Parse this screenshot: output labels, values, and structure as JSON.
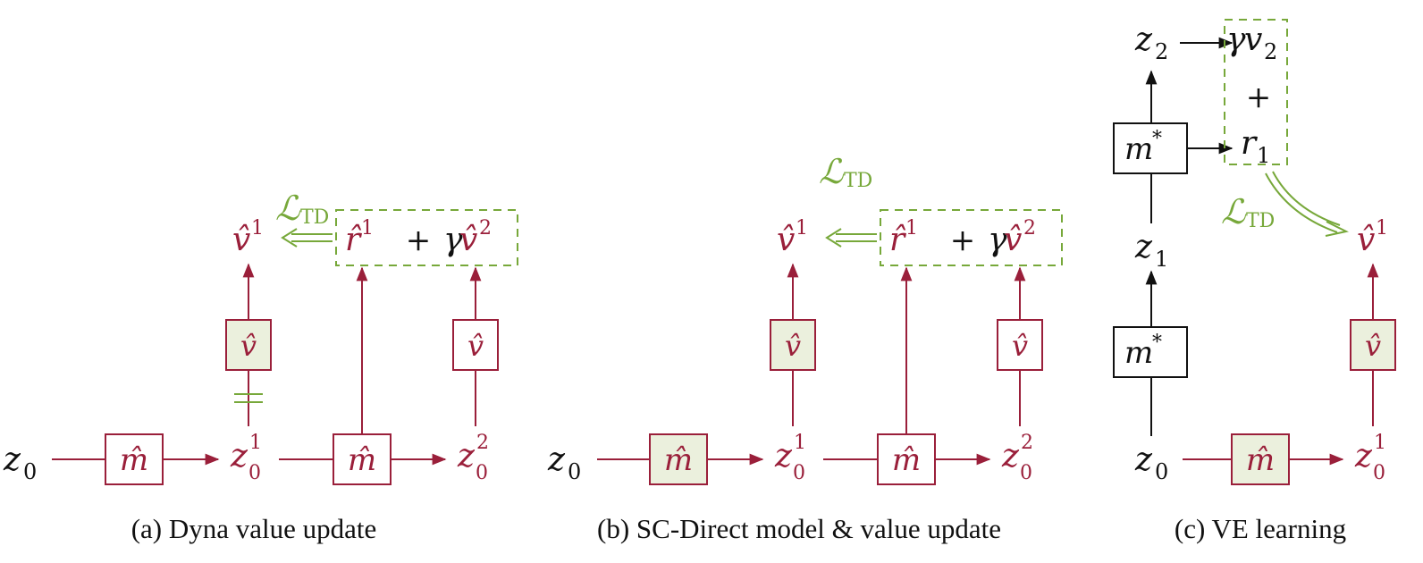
{
  "symbols": {
    "z": "z",
    "m_hat": "m̂",
    "v_hat": "v̂",
    "r_hat": "r̂",
    "v": "v",
    "r": "r",
    "gamma": "γ",
    "plus": "+",
    "m_star": "m",
    "star": "*",
    "loss": "ℒ",
    "loss_sub": "TD",
    "sub0": "0",
    "sub1": "1",
    "sub2": "2",
    "sup1": "1",
    "sup2": "2"
  },
  "colors": {
    "model": "#9a1f3a",
    "loss": "#77a83a",
    "truth": "#111111",
    "trained_fill": "#ebf0dd"
  },
  "panels": [
    {
      "caption": "(a) Dyna value update"
    },
    {
      "caption": "(b) SC-Direct model & value update"
    },
    {
      "caption": "(c) VE learning"
    }
  ]
}
